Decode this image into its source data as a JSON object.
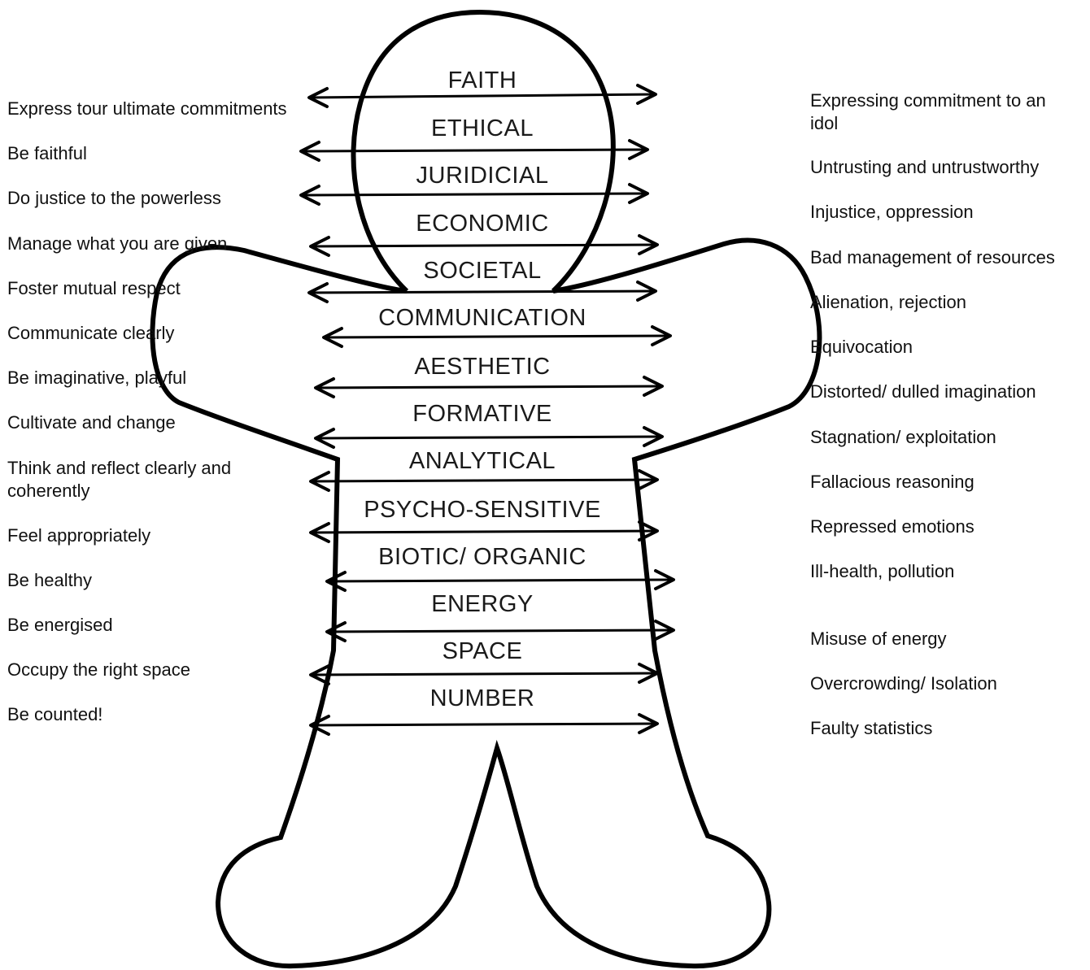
{
  "aspects": [
    {
      "name": "FAITH",
      "positive": "Express tour ultimate commitments",
      "negative": "Expressing commitment to an idol"
    },
    {
      "name": "ETHICAL",
      "positive": "Be faithful",
      "negative": "Untrusting and untrustworthy"
    },
    {
      "name": "JURIDICIAL",
      "positive": "Do justice to the powerless",
      "negative": "Injustice, oppression"
    },
    {
      "name": "ECONOMIC",
      "positive": "Manage what you are given",
      "negative": "Bad management of resources"
    },
    {
      "name": "SOCIETAL",
      "positive": "Foster mutual respect",
      "negative": "Alienation, rejection"
    },
    {
      "name": "COMMUNICATION",
      "positive": "Communicate clearly",
      "negative": "Equivocation"
    },
    {
      "name": "AESTHETIC",
      "positive": "Be imaginative, playful",
      "negative": "Distorted/ dulled imagination"
    },
    {
      "name": "FORMATIVE",
      "positive": "Cultivate and change",
      "negative": "Stagnation/ exploitation"
    },
    {
      "name": "ANALYTICAL",
      "positive": "Think and reflect clearly and coherently",
      "negative": "Fallacious reasoning"
    },
    {
      "name": "PSYCHO-SENSITIVE",
      "positive": "Feel appropriately",
      "negative": "Repressed emotions"
    },
    {
      "name": "BIOTIC/ ORGANIC",
      "positive": "Be healthy",
      "negative": "Ill-health, pollution"
    },
    {
      "name": "ENERGY",
      "positive": "Be energised",
      "negative": "Misuse of energy"
    },
    {
      "name": "SPACE",
      "positive": "Occupy the right space",
      "negative": "Overcrowding/ Isolation"
    },
    {
      "name": "NUMBER",
      "positive": "Be counted!",
      "negative": "Faulty statistics"
    }
  ]
}
